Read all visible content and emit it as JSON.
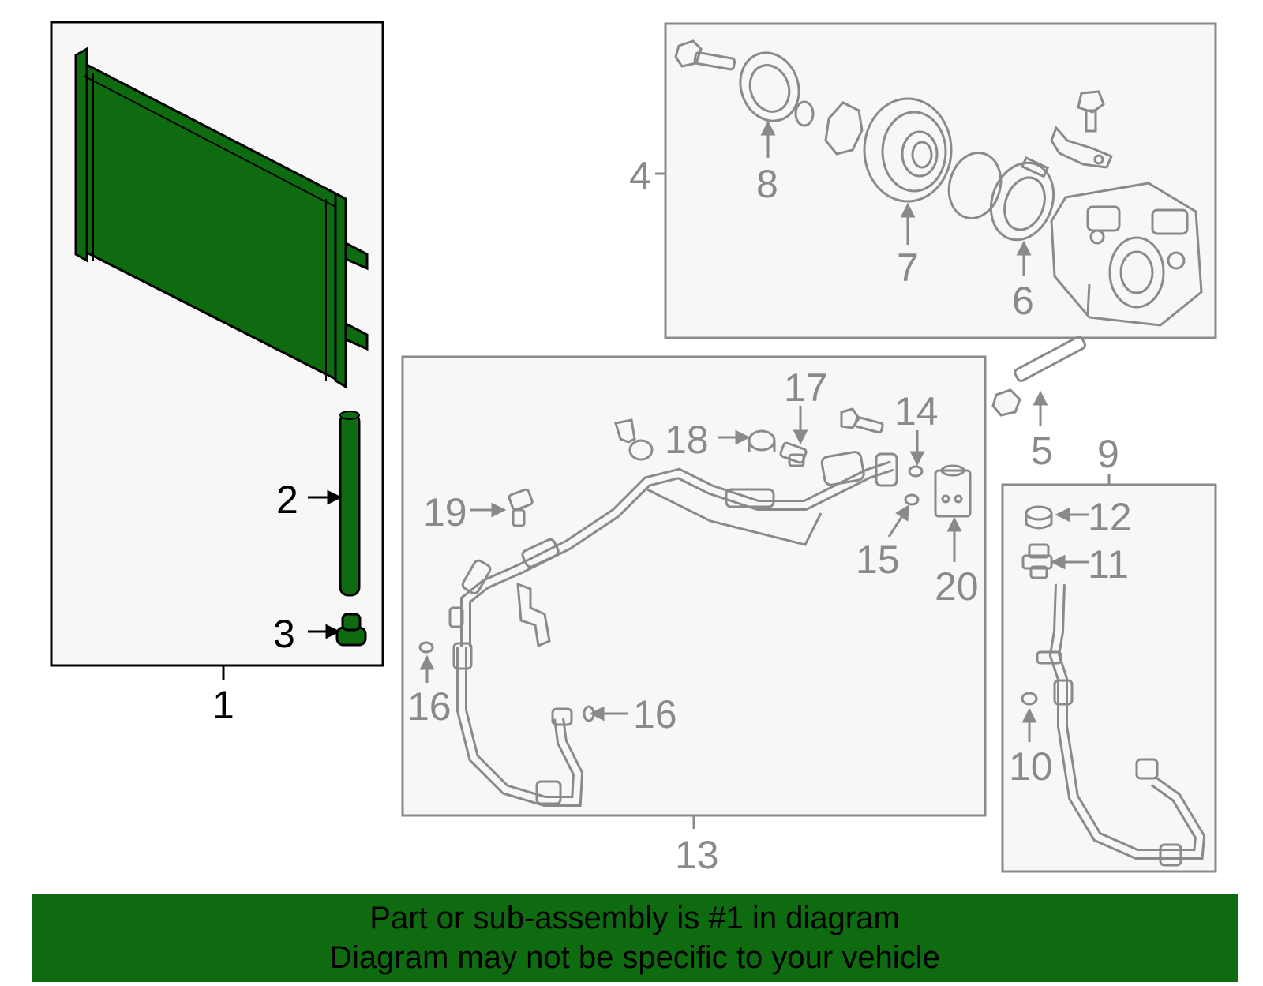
{
  "callouts": {
    "c1": "1",
    "c2": "2",
    "c3": "3",
    "c4": "4",
    "c5": "5",
    "c6": "6",
    "c7": "7",
    "c8": "8",
    "c9": "9",
    "c10": "10",
    "c11": "11",
    "c12": "12",
    "c13": "13",
    "c14": "14",
    "c15": "15",
    "c16a": "16",
    "c16b": "16",
    "c17": "17",
    "c18": "18",
    "c19": "19",
    "c20": "20"
  },
  "banner": {
    "line1": "Part or sub-assembly is #1 in diagram",
    "line2": "Diagram may not be specific to your vehicle"
  },
  "colors": {
    "highlight": "#0f6b0f",
    "dimmed": "#8a8a8a",
    "panel_bg": "#f7f7f7"
  }
}
